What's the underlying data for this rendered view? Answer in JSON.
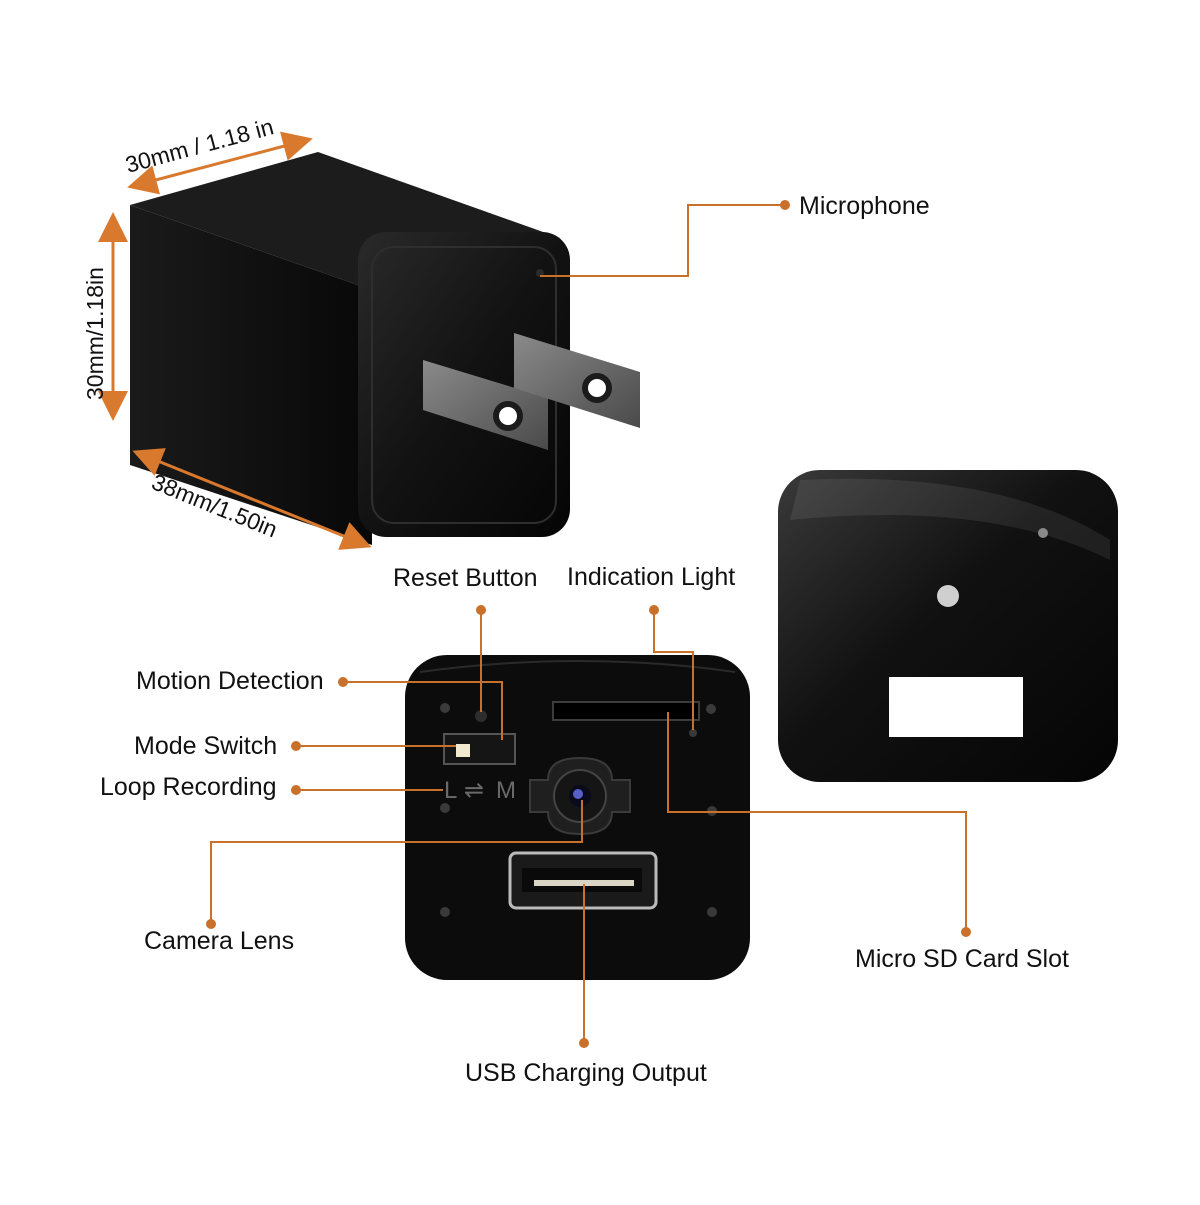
{
  "colors": {
    "leader_line": "#c9702a",
    "dimension_arrow": "#d9792e",
    "device_body": "#0d0d0d",
    "prong_metal": "#6e6e6e",
    "label_text": "#111111",
    "background": "#ffffff"
  },
  "dimensions": {
    "top_width": "30mm / 1.18 in",
    "left_height": "30mm/1.18in",
    "bottom_depth": "38mm/1.50in"
  },
  "labels": {
    "microphone": "Microphone",
    "reset_button": "Reset Button",
    "indication_light": "Indication Light",
    "motion_detection": "Motion Detection",
    "mode_switch": "Mode Switch",
    "loop_recording": "Loop Recording",
    "camera_lens": "Camera Lens",
    "micro_sd_card_slot": "Micro SD Card Slot",
    "usb_charging_output": "USB Charging Output"
  },
  "switch_marks": {
    "left": "L",
    "arrows": "⇌",
    "right": "M"
  }
}
